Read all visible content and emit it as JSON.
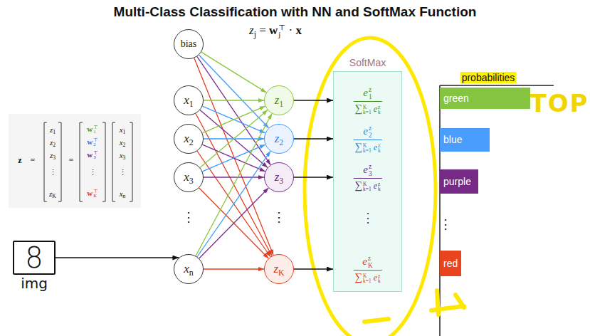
{
  "diagram": {
    "title": "Multi-Class Classification with NN and SoftMax Function",
    "nodes": [
      {
        "text": [
          "8",
          "img"
        ]
      },
      {
        "text": [
          "bias"
        ]
      },
      {
        "text": [
          "x1"
        ]
      },
      {
        "text": [
          "x2"
        ]
      },
      {
        "text": [
          "x3"
        ]
      },
      {
        "text": [
          "xn"
        ]
      },
      {
        "text": [
          "z1"
        ]
      },
      {
        "text": [
          "z2"
        ]
      },
      {
        "text": [
          "z3"
        ]
      },
      {
        "text": [
          "zK"
        ]
      },
      {
        "text": [
          "SoftMax",
          "ez1",
          "∑Kk=1 ezk",
          "ez2",
          "∑Kk=1 ezk",
          "ez3",
          "∑Kk=1 ezk",
          "⋮",
          "ezK",
          "∑Kk=1 ezk"
        ]
      },
      {
        "text": [
          "green"
        ]
      },
      {
        "text": [
          "blue"
        ]
      },
      {
        "text": [
          "purple"
        ]
      },
      {
        "text": [
          "red"
        ]
      }
    ],
    "edges": [
      {
        "from": 0,
        "to": 5,
        "arrow": "to"
      },
      {
        "from": 1,
        "to": 6,
        "arrow": "to"
      },
      {
        "from": 1,
        "to": 7,
        "arrow": "to"
      },
      {
        "from": 1,
        "to": 8,
        "arrow": "to"
      },
      {
        "from": 1,
        "to": 9,
        "arrow": "to"
      },
      {
        "from": 2,
        "to": 6,
        "arrow": "to"
      },
      {
        "from": 2,
        "to": 7,
        "arrow": "to"
      },
      {
        "from": 2,
        "to": 8,
        "arrow": "to"
      },
      {
        "from": 2,
        "to": 9,
        "arrow": "to"
      },
      {
        "from": 3,
        "to": 6,
        "arrow": "to"
      },
      {
        "from": 3,
        "to": 7,
        "arrow": "to"
      },
      {
        "from": 3,
        "to": 8,
        "arrow": "to"
      },
      {
        "from": 3,
        "to": 9,
        "arrow": "to"
      },
      {
        "from": 4,
        "to": 6,
        "arrow": "to"
      },
      {
        "from": 4,
        "to": 7,
        "arrow": "to"
      },
      {
        "from": 4,
        "to": 8,
        "arrow": "to"
      },
      {
        "from": 4,
        "to": 9,
        "arrow": "to"
      },
      {
        "from": 5,
        "to": 6,
        "arrow": "to"
      },
      {
        "from": 5,
        "to": 7,
        "arrow": "to"
      },
      {
        "from": 5,
        "to": 8,
        "arrow": "to"
      },
      {
        "from": 5,
        "to": 9,
        "arrow": "to"
      },
      {
        "from": 6,
        "to": 10,
        "arrow": "to"
      },
      {
        "from": 7,
        "to": 10,
        "arrow": "to"
      },
      {
        "from": 8,
        "to": 10,
        "arrow": "to"
      },
      {
        "from": 9,
        "to": 10,
        "arrow": "to"
      }
    ],
    "labels": [
      "zj = wj⊤ · x",
      "z",
      "=",
      "z1",
      "z2",
      "z3",
      "⋮",
      "zK",
      "=",
      "w1⊤",
      "w2⊤",
      "w3⊤",
      "⋮",
      "wK⊤",
      "x1",
      "x2",
      "x3",
      "⋮",
      "xn",
      "⋮",
      "⋮",
      "probabilities",
      "⋮",
      "TOP"
    ]
  }
}
